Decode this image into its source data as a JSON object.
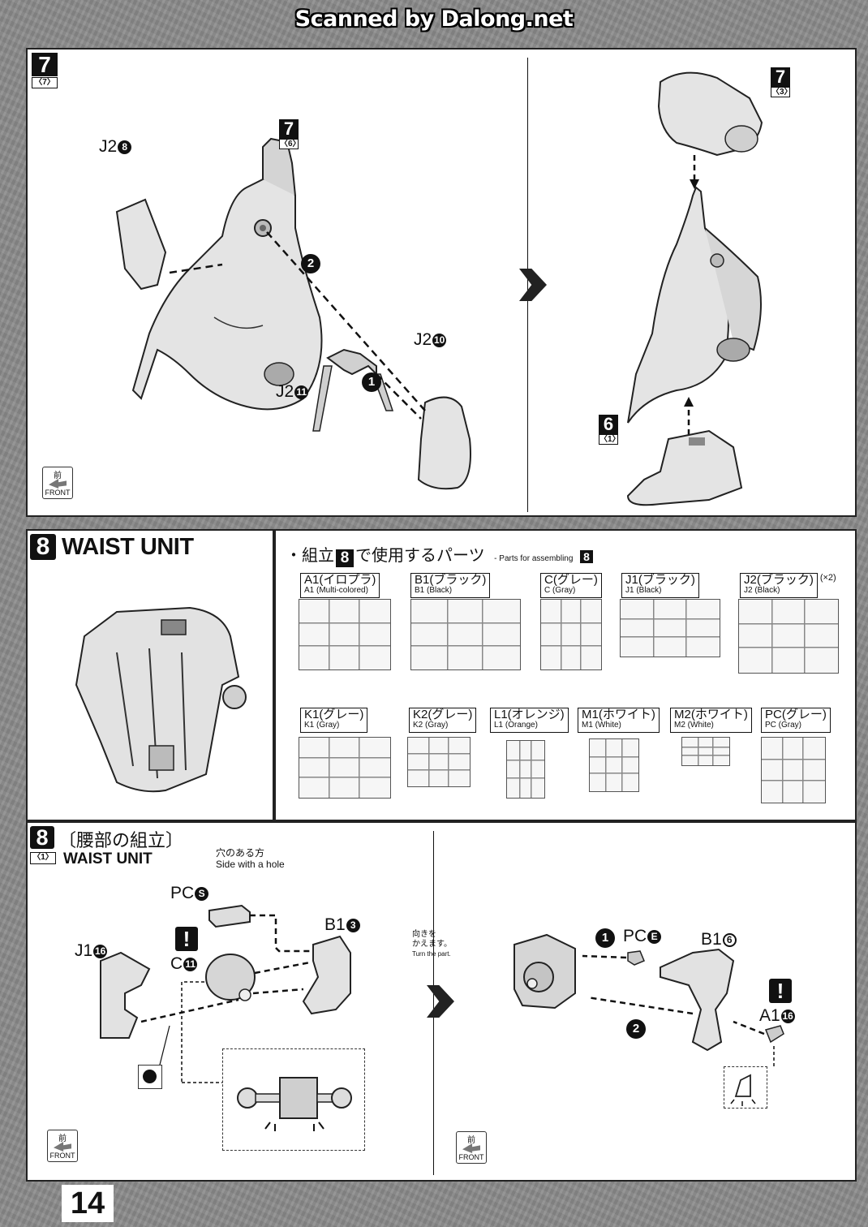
{
  "watermark": "Scanned by Dalong.net",
  "page_number": "14",
  "step7": {
    "badge": "7",
    "sub": "〈7〉",
    "callout_a_num": "7",
    "callout_a_sub": "〈6〉",
    "callout_b_num": "7",
    "callout_b_sub": "〈3〉",
    "callout_c_num": "6",
    "callout_c_sub": "〈1〉",
    "label_j2_8": "J2",
    "num_8": "8",
    "label_j2_10": "J2",
    "num_10": "10",
    "label_j2_11": "J2",
    "num_11": "11",
    "step_1": "1",
    "step_2": "2"
  },
  "front_label": {
    "jp": "前",
    "en": "FRONT"
  },
  "section8": {
    "badge": "8",
    "title": "WAIST UNIT",
    "parts_heading_prefix": "・組立",
    "parts_heading_num": "8",
    "parts_heading_suffix": "で使用するパーツ",
    "parts_heading_en": "- Parts for assembling",
    "parts_heading_en_num": "8",
    "runners": [
      {
        "jp": "A1(イロプラ)",
        "en": "A1 (Multi-colored)"
      },
      {
        "jp": "B1(ブラック)",
        "en": "B1 (Black)"
      },
      {
        "jp": "C(グレー)",
        "en": "C (Gray)"
      },
      {
        "jp": "J1(ブラック)",
        "en": "J1 (Black)"
      },
      {
        "jp": "J2(ブラック)",
        "en": "J2 (Black)",
        "extra": "(×2)"
      },
      {
        "jp": "K1(グレー)",
        "en": "K1 (Gray)"
      },
      {
        "jp": "K2(グレー)",
        "en": "K2 (Gray)"
      },
      {
        "jp": "L1(オレンジ)",
        "en": "L1 (Orange)"
      },
      {
        "jp": "M1(ホワイト)",
        "en": "M1 (White)"
      },
      {
        "jp": "M2(ホワイト)",
        "en": "M2 (White)"
      },
      {
        "jp": "PC(グレー)",
        "en": "PC (Gray)"
      }
    ]
  },
  "step8": {
    "badge": "8",
    "title_jp": "〔腰部の組立〕",
    "sub": "〈1〉",
    "title_en": "WAIST UNIT",
    "hole_note_jp": "穴のある方",
    "hole_note_en": "Side with a hole",
    "label_pc_s": "PC",
    "letter_s": "S",
    "label_b1_3": "B1",
    "num_3": "3",
    "label_j1_16": "J1",
    "num_16": "16",
    "label_c_11": "C",
    "num_11": "11",
    "turn_jp_1": "向きを",
    "turn_jp_2": "かえます。",
    "turn_en": "Turn the part.",
    "label_pc_e": "PC",
    "letter_e": "E",
    "label_b1_6": "B1",
    "num_6": "6",
    "label_a1_16": "A1",
    "num_16b": "16",
    "step_1": "1",
    "step_2": "2"
  }
}
